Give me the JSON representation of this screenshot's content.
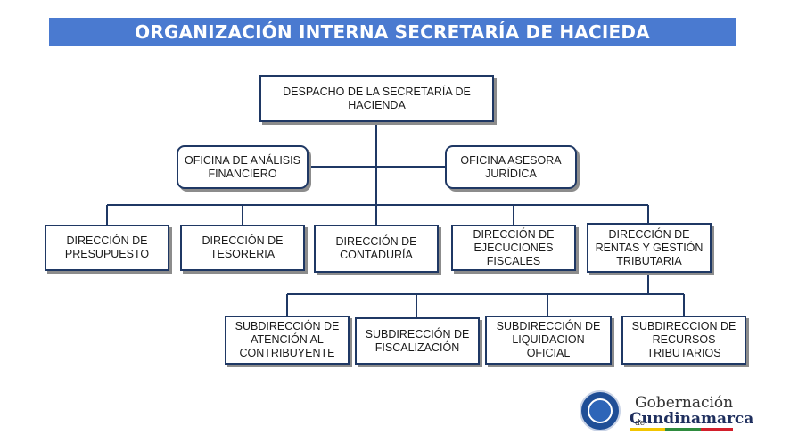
{
  "title": "ORGANIZACIÓN INTERNA SECRETARÍA DE HACIEDA",
  "colors": {
    "title_bg": "#4a7ad0",
    "box_border": "#1f3864",
    "line": "#1f3864"
  },
  "nodes": {
    "despacho": "DESPACHO DE LA SECRETARÍA DE\nHACIENDA",
    "oficina_analisis": "OFICINA DE ANÁLISIS\nFINANCIERO",
    "oficina_juridica": "OFICINA ASESORA\nJURÍDICA",
    "dir_presupuesto": "DIRECCIÓN  DE\nPRESUPUESTO",
    "dir_tesoreria": "DIRECCIÓN DE\nTESORERIA",
    "dir_contaduria": "DIRECCIÓN  DE\nCONTADURÍA",
    "dir_ejecuciones": "DIRECCIÓN  DE\nEJECUCIONES\nFISCALES",
    "dir_rentas": "DIRECCIÓN DE\nRENTAS Y GESTIÓN\nTRIBUTARIA",
    "sub_atencion": "SUBDIRECCIÓN DE\nATENCIÓN AL\nCONTRIBUYENTE",
    "sub_fiscalizacion": "SUBDIRECCIÓN DE\nFISCALIZACIÓN",
    "sub_liquidacion": "SUBDIRECCIÓN DE\nLIQUIDACION\nOFICIAL",
    "sub_recursos": "SUBDIRECCION DE\nRECURSOS\nTRIBUTARIOS"
  },
  "logo": {
    "line1": "Gobernación",
    "line1_suffix": "de",
    "line2": "Cundinamarca",
    "icon": "department-seal-icon"
  }
}
